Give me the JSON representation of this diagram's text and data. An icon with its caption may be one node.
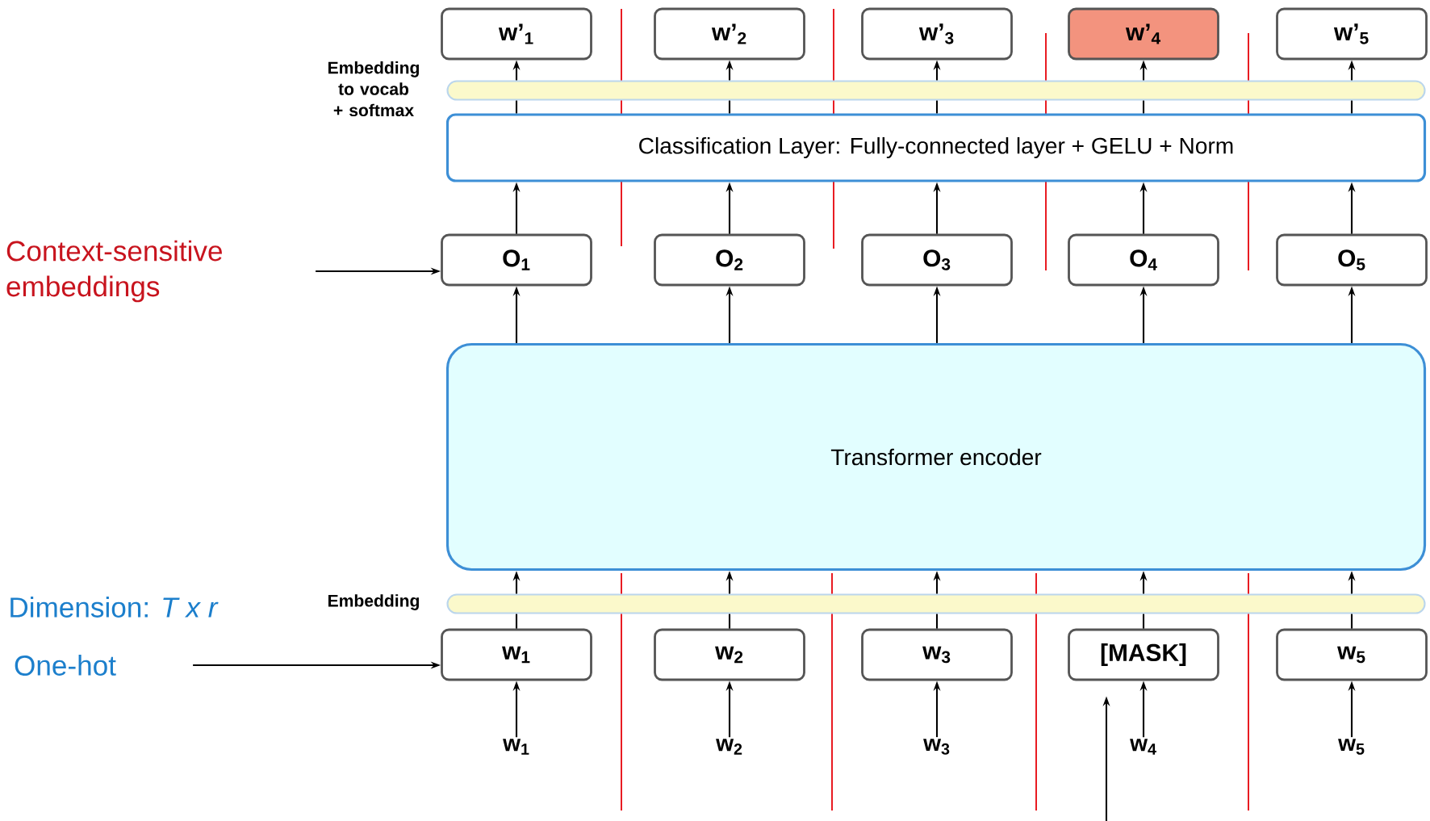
{
  "diagram": {
    "nodes": [
      {
        "text": [
          "w’$_{1}$"
        ]
      },
      {
        "text": [
          "w’$_{2}$"
        ]
      },
      {
        "text": [
          "w’$_{3}$"
        ]
      },
      {
        "text": [
          "w’$_{4}$"
        ]
      },
      {
        "text": [
          "w’$_{5}$"
        ]
      },
      {
        "text": [],
        "shape": "bar",
        "beside": [
          "Embedding to vocab + softmax"
        ]
      },
      {
        "text": [
          "Classification Layer: Fully-connected layer + GELU + Norm"
        ]
      },
      {
        "text": [
          "Context-sensitive embeddings"
        ]
      },
      {
        "text": [
          "O$_{1}$"
        ]
      },
      {
        "text": [
          "O$_{2}$"
        ]
      },
      {
        "text": [
          "O$_{3}$"
        ]
      },
      {
        "text": [
          "O$_{4}$"
        ]
      },
      {
        "text": [
          "O$_{5}$"
        ]
      },
      {
        "text": [
          "Transformer encoder"
        ]
      },
      {
        "text": [],
        "shape": "bar",
        "beside": [
          "Embedding"
        ]
      },
      {
        "text": [
          "One-hot"
        ]
      },
      {
        "text": [
          "w$_{1}$"
        ]
      },
      {
        "text": [
          "w$_{2}$"
        ]
      },
      {
        "text": [
          "w$_{3}$"
        ]
      },
      {
        "text": [
          "[MASK]"
        ]
      },
      {
        "text": [
          "w$_{5}$"
        ]
      },
      {
        "text": [
          "w$_{1}$"
        ]
      },
      {
        "text": [
          "w$_{2}$"
        ]
      },
      {
        "text": [
          "w$_{3}$"
        ]
      },
      {
        "text": [
          "w$_{4}$"
        ]
      },
      {
        "text": [
          "w$_{5}$"
        ]
      }
    ],
    "edges": [
      {
        "from": 6,
        "to": 5,
        "arrow": "none"
      },
      {
        "from": 6,
        "to": 5,
        "arrow": "none"
      },
      {
        "from": 6,
        "to": 5,
        "arrow": "none"
      },
      {
        "from": 6,
        "to": 5,
        "arrow": "none"
      },
      {
        "from": 6,
        "to": 5,
        "arrow": "none"
      },
      {
        "from": 5,
        "to": 0,
        "arrow": "to"
      },
      {
        "from": 5,
        "to": 1,
        "arrow": "to"
      },
      {
        "from": 5,
        "to": 2,
        "arrow": "to"
      },
      {
        "from": 5,
        "to": 3,
        "arrow": "to"
      },
      {
        "from": 5,
        "to": 4,
        "arrow": "to"
      },
      {
        "from": 8,
        "to": 6,
        "arrow": "to"
      },
      {
        "from": 9,
        "to": 6,
        "arrow": "to"
      },
      {
        "from": 10,
        "to": 6,
        "arrow": "to"
      },
      {
        "from": 11,
        "to": 6,
        "arrow": "to"
      },
      {
        "from": 12,
        "to": 6,
        "arrow": "to"
      },
      {
        "from": 13,
        "to": 8,
        "arrow": "to"
      },
      {
        "from": 13,
        "to": 9,
        "arrow": "to"
      },
      {
        "from": 13,
        "to": 10,
        "arrow": "to"
      },
      {
        "from": 13,
        "to": 11,
        "arrow": "to"
      },
      {
        "from": 13,
        "to": 12,
        "arrow": "to"
      },
      {
        "from": 16,
        "to": 14,
        "arrow": "none"
      },
      {
        "from": 17,
        "to": 14,
        "arrow": "none"
      },
      {
        "from": 18,
        "to": 14,
        "arrow": "none"
      },
      {
        "from": 19,
        "to": 14,
        "arrow": "none"
      },
      {
        "from": 20,
        "to": 14,
        "arrow": "none"
      },
      {
        "from": 14,
        "to": 13,
        "arrow": "to"
      },
      {
        "from": 14,
        "to": 13,
        "arrow": "to"
      },
      {
        "from": 14,
        "to": 13,
        "arrow": "to"
      },
      {
        "from": 14,
        "to": 13,
        "arrow": "to"
      },
      {
        "from": 14,
        "to": 13,
        "arrow": "to"
      },
      {
        "from": 21,
        "to": 16,
        "arrow": "to"
      },
      {
        "from": 22,
        "to": 17,
        "arrow": "to"
      },
      {
        "from": 23,
        "to": 18,
        "arrow": "to"
      },
      {
        "from": 24,
        "to": 19,
        "arrow": "to"
      },
      {
        "from": 25,
        "to": 20,
        "arrow": "to"
      },
      {
        "from": 7,
        "to": 8,
        "arrow": "to"
      },
      {
        "from": 15,
        "to": 16,
        "arrow": "to"
      },
      {
        "from": null,
        "to": 19,
        "arrow": "to"
      }
    ],
    "labels": [
      "Dimension: *T x r*"
    ]
  }
}
